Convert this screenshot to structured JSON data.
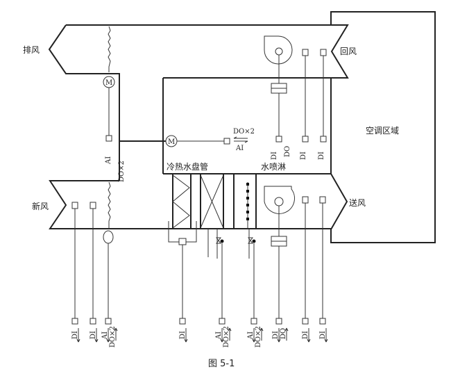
{
  "labels": {
    "exhaust_air": "排风",
    "return_air": "回风",
    "fresh_air": "新风",
    "supply_air": "送风",
    "conditioned_zone": "空调区域",
    "coil": "冷热水盘管",
    "spray": "水喷淋",
    "motor": "M",
    "caption": "图 5-1"
  },
  "io": {
    "exhaust_damper": [
      "AI",
      "DO×2"
    ],
    "coil_valve_ctrl": {
      "top": "DO×2",
      "bottom": "AI"
    },
    "return_fan": [
      "DI",
      "DO"
    ],
    "return_sensor_1": [
      "DI"
    ],
    "return_sensor_2": [
      "DI"
    ],
    "bottom": [
      [
        "DI"
      ],
      [
        "DI"
      ],
      [
        "AI",
        "DO×2"
      ],
      [
        "DI"
      ],
      [
        "AI",
        "DO×2"
      ],
      [
        "AI",
        "DO×2"
      ],
      [
        "DI",
        "DO"
      ],
      [
        "DI"
      ],
      [
        "DI"
      ]
    ]
  }
}
